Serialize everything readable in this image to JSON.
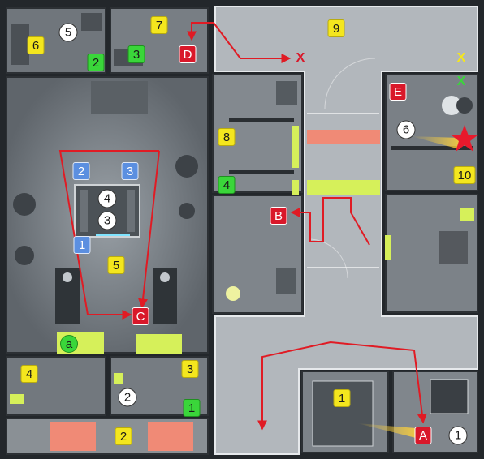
{
  "colors": {
    "marker_red": "#d9182a",
    "marker_yellow": "#f4e61e",
    "marker_green": "#3ad63a",
    "marker_blue": "#5b8fe0",
    "route_red": "#e01b24",
    "breach_salmon": "#f08a76",
    "reinforce_lime": "#d6f05a"
  },
  "icons": {
    "objective": "star-icon"
  },
  "markers": {
    "yellow_squares": [
      "6",
      "7",
      "9",
      "8",
      "5",
      "4",
      "3",
      "2",
      "1",
      "10"
    ],
    "white_circles": [
      "5",
      "6",
      "4",
      "3",
      "2",
      "1"
    ],
    "green_squares": [
      "2",
      "3",
      "4",
      "1"
    ],
    "green_circles": [
      "a"
    ],
    "blue_squares": [
      "2",
      "3",
      "1"
    ],
    "red_squares": [
      "D",
      "E",
      "B",
      "C",
      "A"
    ],
    "x_marks": [
      "X",
      "X",
      "X"
    ]
  }
}
